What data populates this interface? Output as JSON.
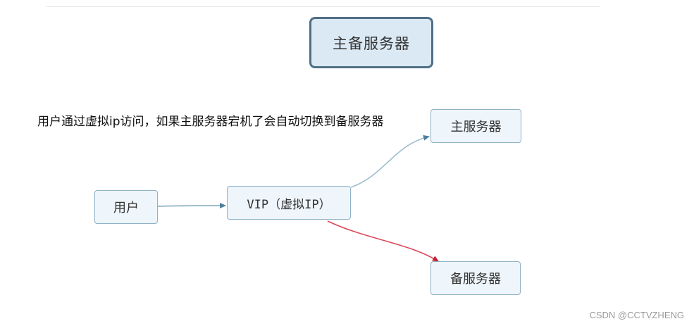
{
  "diagram": {
    "title": "主备服务器",
    "note": "用户通过虚拟ip访问，如果主服务器宕机了会自动切换到备服务器",
    "nodes": {
      "user": "用户",
      "vip": "VIP（虚拟IP）",
      "main_server": "主服务器",
      "backup_server": "备服务器"
    },
    "colors": {
      "edge_normal": "#7aa3ba",
      "edge_failover": "#d9485a",
      "node_border": "#8fb1c6",
      "node_fill": "#eef5fb",
      "title_border": "#4f6f86",
      "title_fill": "#dbe9f4"
    }
  },
  "watermark": "CSDN @CCTVZHENG"
}
